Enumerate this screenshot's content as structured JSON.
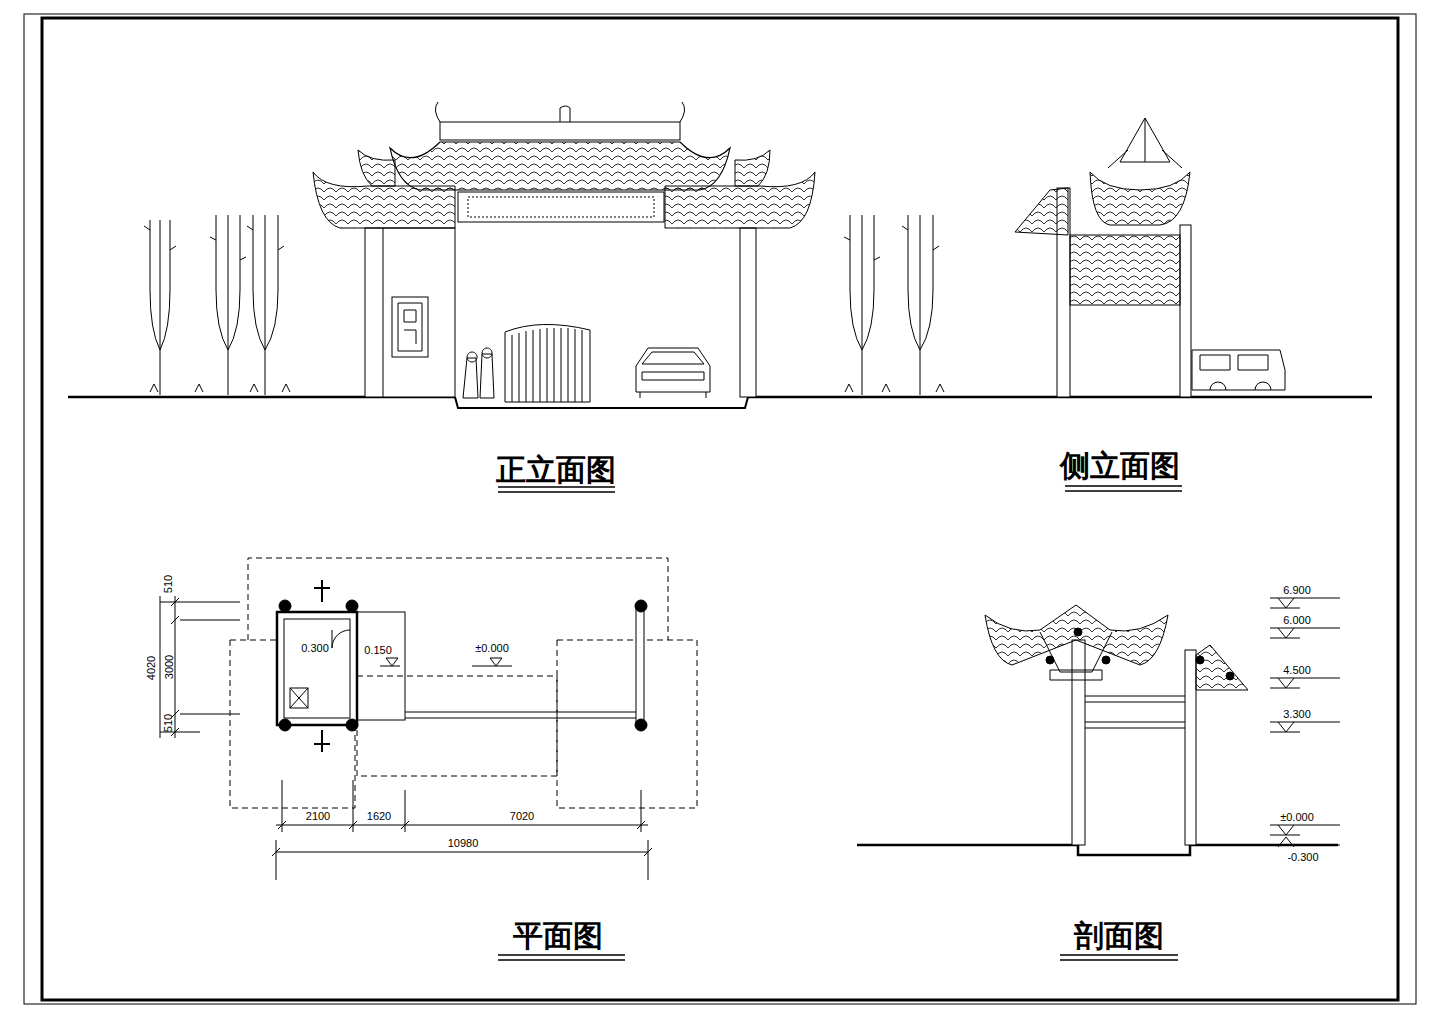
{
  "diagram": {
    "labels": [
      "正立面图",
      "侧立面图",
      "平面图",
      "剖面图",
      "510",
      "4020",
      "3000",
      "510",
      "0.300",
      "0.150",
      "±0.000",
      "2100",
      "1620",
      "7020",
      "10980",
      "6.900",
      "6.000",
      "4.500",
      "3.300",
      "±0.000",
      "-0.300"
    ]
  }
}
